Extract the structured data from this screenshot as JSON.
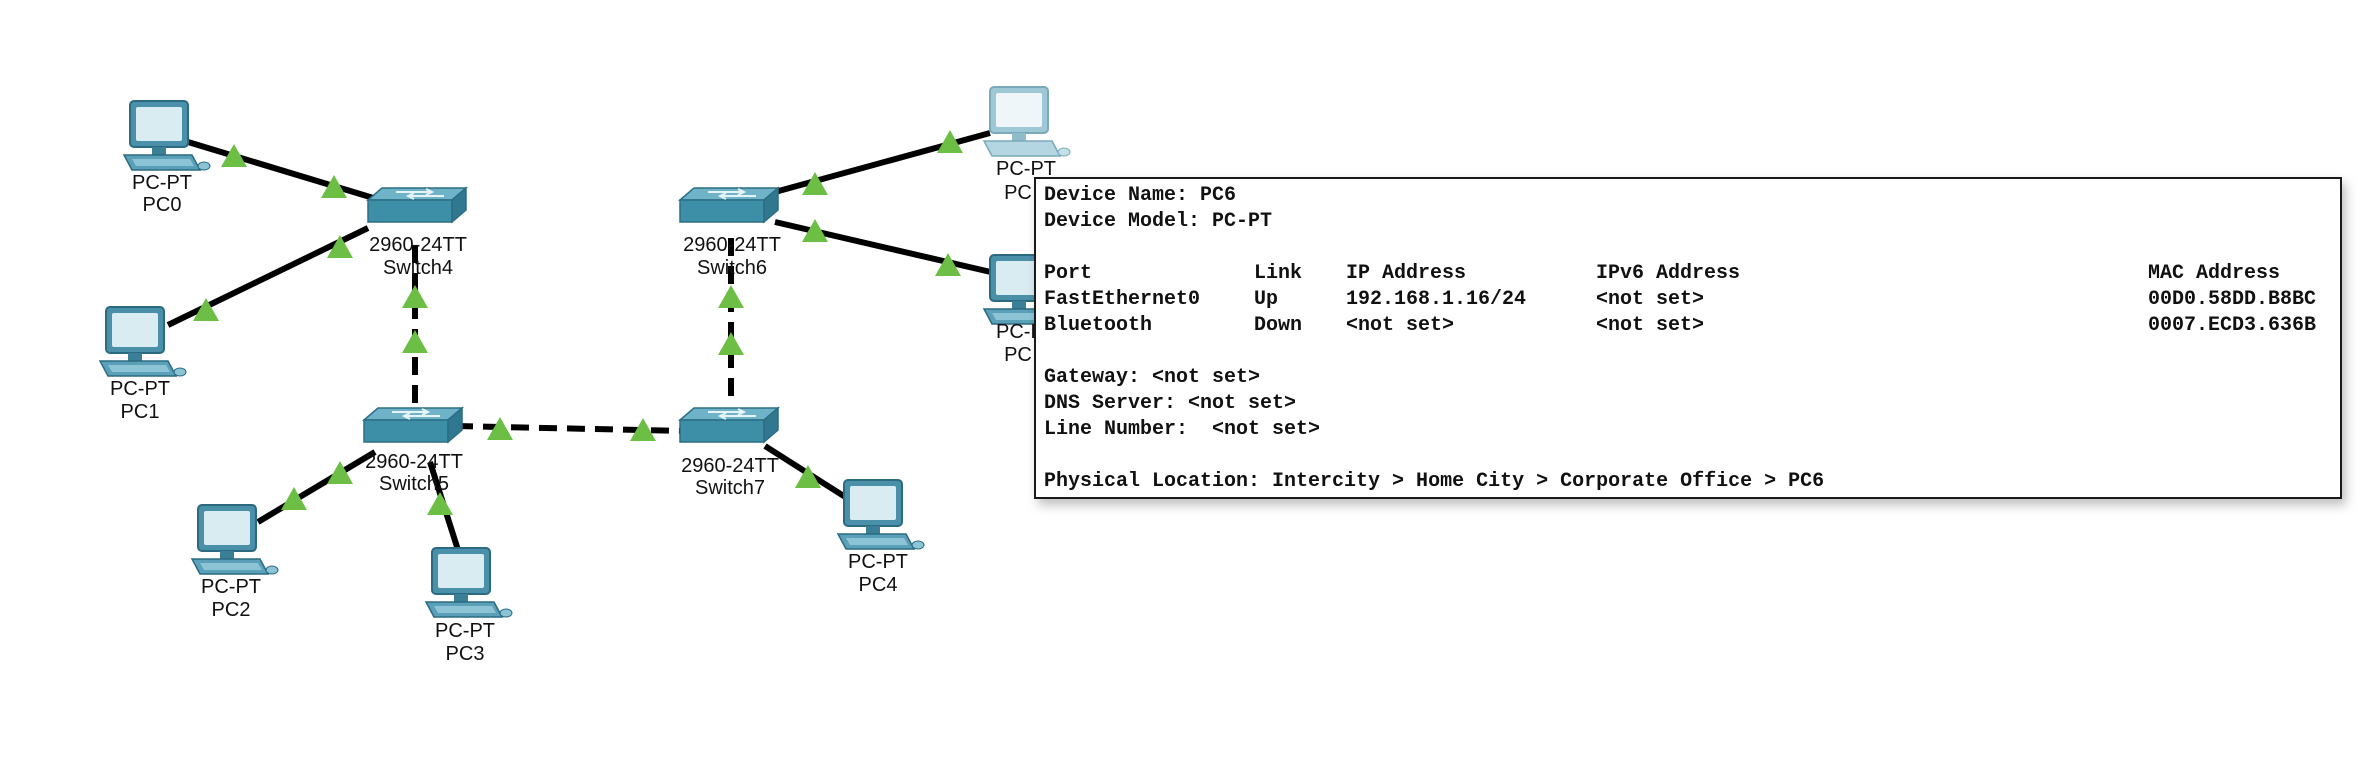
{
  "devices": {
    "pc0": {
      "model": "PC-PT",
      "name": "PC0"
    },
    "pc1": {
      "model": "PC-PT",
      "name": "PC1"
    },
    "pc2": {
      "model": "PC-PT",
      "name": "PC2"
    },
    "pc3": {
      "model": "PC-PT",
      "name": "PC3"
    },
    "pc4": {
      "model": "PC-PT",
      "name": "PC4"
    },
    "pc5": {
      "model": "PC-PT",
      "name": "PC"
    },
    "pc6": {
      "model": "PC-PT",
      "name": "PC"
    },
    "switch4": {
      "model": "2960-24TT",
      "name": "Switch4"
    },
    "switch5": {
      "model": "2960-24TT",
      "name": "Switch5"
    },
    "switch6": {
      "model": "2960-24TT",
      "name": "Switch6"
    },
    "switch7": {
      "model": "2960-24TT",
      "name": "Switch7"
    }
  },
  "colors": {
    "link_status_up": "#6cbf44",
    "switch_body": "#3d8fa8",
    "pc_body": "#4a90a8"
  },
  "tooltip": {
    "device_name": "Device Name: PC6",
    "device_model": "Device Model: PC-PT",
    "headers": {
      "port": "Port",
      "link": "Link",
      "ip": "IP Address",
      "ipv6": "IPv6 Address",
      "mac": "MAC Address"
    },
    "rows": [
      {
        "port": "FastEthernet0",
        "link": "Up",
        "ip": "192.168.1.16/24",
        "ipv6": "<not set>",
        "mac": "00D0.58DD.B8BC"
      },
      {
        "port": "Bluetooth",
        "link": "Down",
        "ip": "<not set>",
        "ipv6": "<not set>",
        "mac": "0007.ECD3.636B"
      }
    ],
    "gateway": "Gateway: <not set>",
    "dns": "DNS Server: <not set>",
    "line_number": "Line Number:  <not set>",
    "location": "Physical Location: Intercity > Home City > Corporate Office > PC6"
  }
}
